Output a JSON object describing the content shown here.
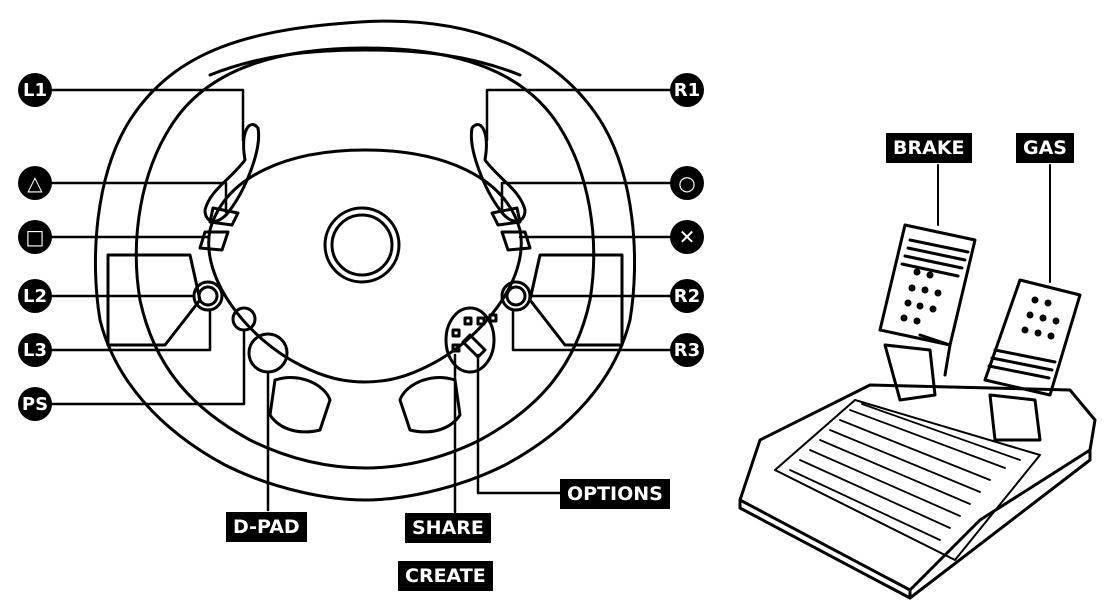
{
  "wheel_labels": {
    "l1": "L1",
    "r1": "R1",
    "l2": "L2",
    "r2": "R2",
    "l3": "L3",
    "r3": "R3",
    "ps": "PS"
  },
  "face_buttons": {
    "triangle": "△",
    "square": "□",
    "circle": "○",
    "cross": "✕"
  },
  "bottom_labels": {
    "dpad": "D-PAD",
    "share": "SHARE",
    "create": "CREATE",
    "options": "OPTIONS"
  },
  "pedal_labels": {
    "brake": "BRAKE",
    "gas": "GAS"
  }
}
